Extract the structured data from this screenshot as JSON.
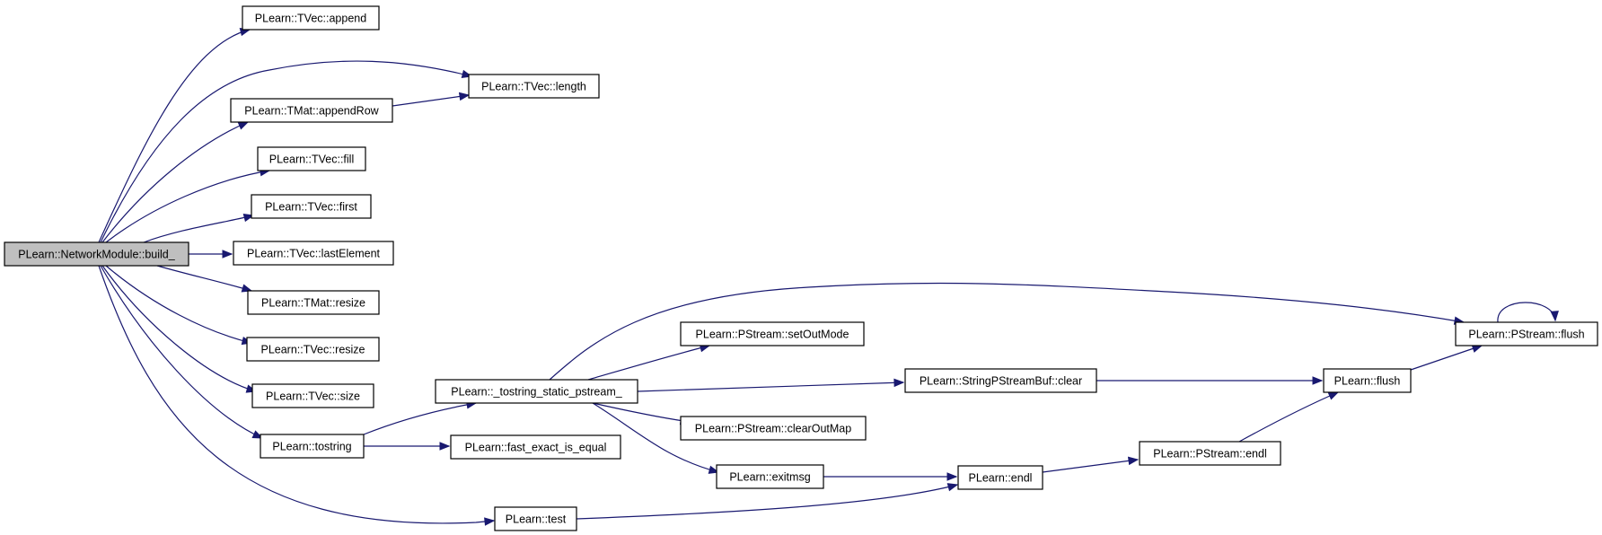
{
  "nodes": [
    {
      "id": "build",
      "label": "PLearn::NetworkModule::build_",
      "fill": "#bfbfbf"
    },
    {
      "id": "append",
      "label": "PLearn::TVec::append"
    },
    {
      "id": "length",
      "label": "PLearn::TVec::length"
    },
    {
      "id": "appendRow",
      "label": "PLearn::TMat::appendRow"
    },
    {
      "id": "fill",
      "label": "PLearn::TVec::fill"
    },
    {
      "id": "first",
      "label": "PLearn::TVec::first"
    },
    {
      "id": "lastElement",
      "label": "PLearn::TVec::lastElement"
    },
    {
      "id": "tmatResize",
      "label": "PLearn::TMat::resize"
    },
    {
      "id": "tvecResize",
      "label": "PLearn::TVec::resize"
    },
    {
      "id": "size",
      "label": "PLearn::TVec::size"
    },
    {
      "id": "tostring",
      "label": "PLearn::tostring"
    },
    {
      "id": "test",
      "label": "PLearn::test"
    },
    {
      "id": "tsp",
      "label": "PLearn::_tostring_static_pstream_"
    },
    {
      "id": "fastExact",
      "label": "PLearn::fast_exact_is_equal"
    },
    {
      "id": "setOutMode",
      "label": "PLearn::PStream::setOutMode"
    },
    {
      "id": "clearOutMap",
      "label": "PLearn::PStream::clearOutMap"
    },
    {
      "id": "exitmsg",
      "label": "PLearn::exitmsg"
    },
    {
      "id": "spsbClear",
      "label": "PLearn::StringPStreamBuf::clear"
    },
    {
      "id": "endl",
      "label": "PLearn::endl"
    },
    {
      "id": "psEndl",
      "label": "PLearn::PStream::endl"
    },
    {
      "id": "flush",
      "label": "PLearn::flush"
    },
    {
      "id": "psFlush",
      "label": "PLearn::PStream::flush"
    }
  ],
  "edges": [
    {
      "from": "build",
      "to": "append"
    },
    {
      "from": "build",
      "to": "length"
    },
    {
      "from": "build",
      "to": "appendRow"
    },
    {
      "from": "build",
      "to": "fill"
    },
    {
      "from": "build",
      "to": "first"
    },
    {
      "from": "build",
      "to": "lastElement"
    },
    {
      "from": "build",
      "to": "tmatResize"
    },
    {
      "from": "build",
      "to": "tvecResize"
    },
    {
      "from": "build",
      "to": "size"
    },
    {
      "from": "build",
      "to": "tostring"
    },
    {
      "from": "build",
      "to": "test"
    },
    {
      "from": "appendRow",
      "to": "length"
    },
    {
      "from": "tostring",
      "to": "tsp"
    },
    {
      "from": "tostring",
      "to": "fastExact"
    },
    {
      "from": "tsp",
      "to": "psFlush"
    },
    {
      "from": "tsp",
      "to": "setOutMode"
    },
    {
      "from": "tsp",
      "to": "spsbClear"
    },
    {
      "from": "tsp",
      "to": "clearOutMap"
    },
    {
      "from": "tsp",
      "to": "exitmsg"
    },
    {
      "from": "spsbClear",
      "to": "flush"
    },
    {
      "from": "exitmsg",
      "to": "endl"
    },
    {
      "from": "test",
      "to": "endl"
    },
    {
      "from": "endl",
      "to": "psEndl"
    },
    {
      "from": "psEndl",
      "to": "flush"
    },
    {
      "from": "flush",
      "to": "psFlush"
    },
    {
      "from": "psFlush",
      "to": "psFlush"
    }
  ],
  "colors": {
    "edge": "#191970",
    "node_border": "#000000",
    "node_fill": "#ffffff",
    "highlight_fill": "#bfbfbf"
  }
}
